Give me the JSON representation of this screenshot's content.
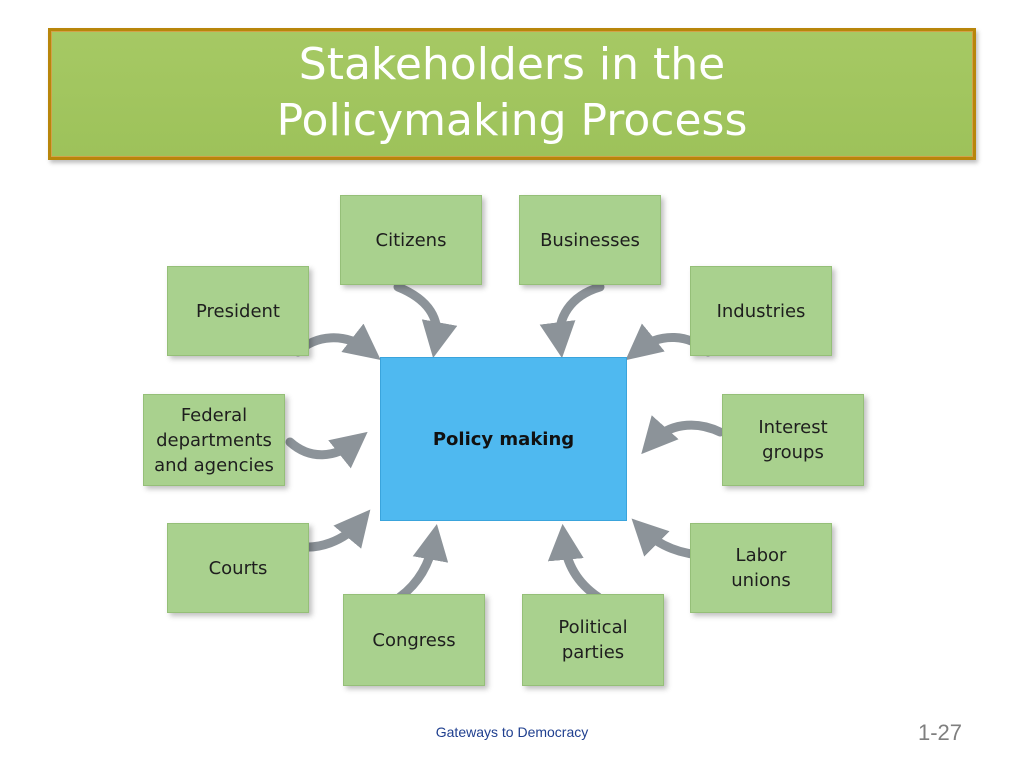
{
  "title": {
    "line1": "Stakeholders in the",
    "line2": "Policymaking Process"
  },
  "center": {
    "label": "Policy making"
  },
  "stakeholders": [
    {
      "id": "citizens",
      "label": "Citizens"
    },
    {
      "id": "businesses",
      "label": "Businesses"
    },
    {
      "id": "president",
      "label": "President"
    },
    {
      "id": "industries",
      "label": "Industries"
    },
    {
      "id": "federal",
      "label": "Federal departments and agencies"
    },
    {
      "id": "interest",
      "label": "Interest groups"
    },
    {
      "id": "courts",
      "label": "Courts"
    },
    {
      "id": "labor",
      "label": "Labor unions"
    },
    {
      "id": "congress",
      "label": "Congress"
    },
    {
      "id": "parties",
      "label": "Political parties"
    }
  ],
  "footer": {
    "text": "Gateways to Democracy",
    "slide_number": "1-27"
  },
  "colors": {
    "banner": "#9dc25a",
    "node": "#a9d18e",
    "center": "#4fb9f0",
    "arrow": "#8c9399"
  }
}
